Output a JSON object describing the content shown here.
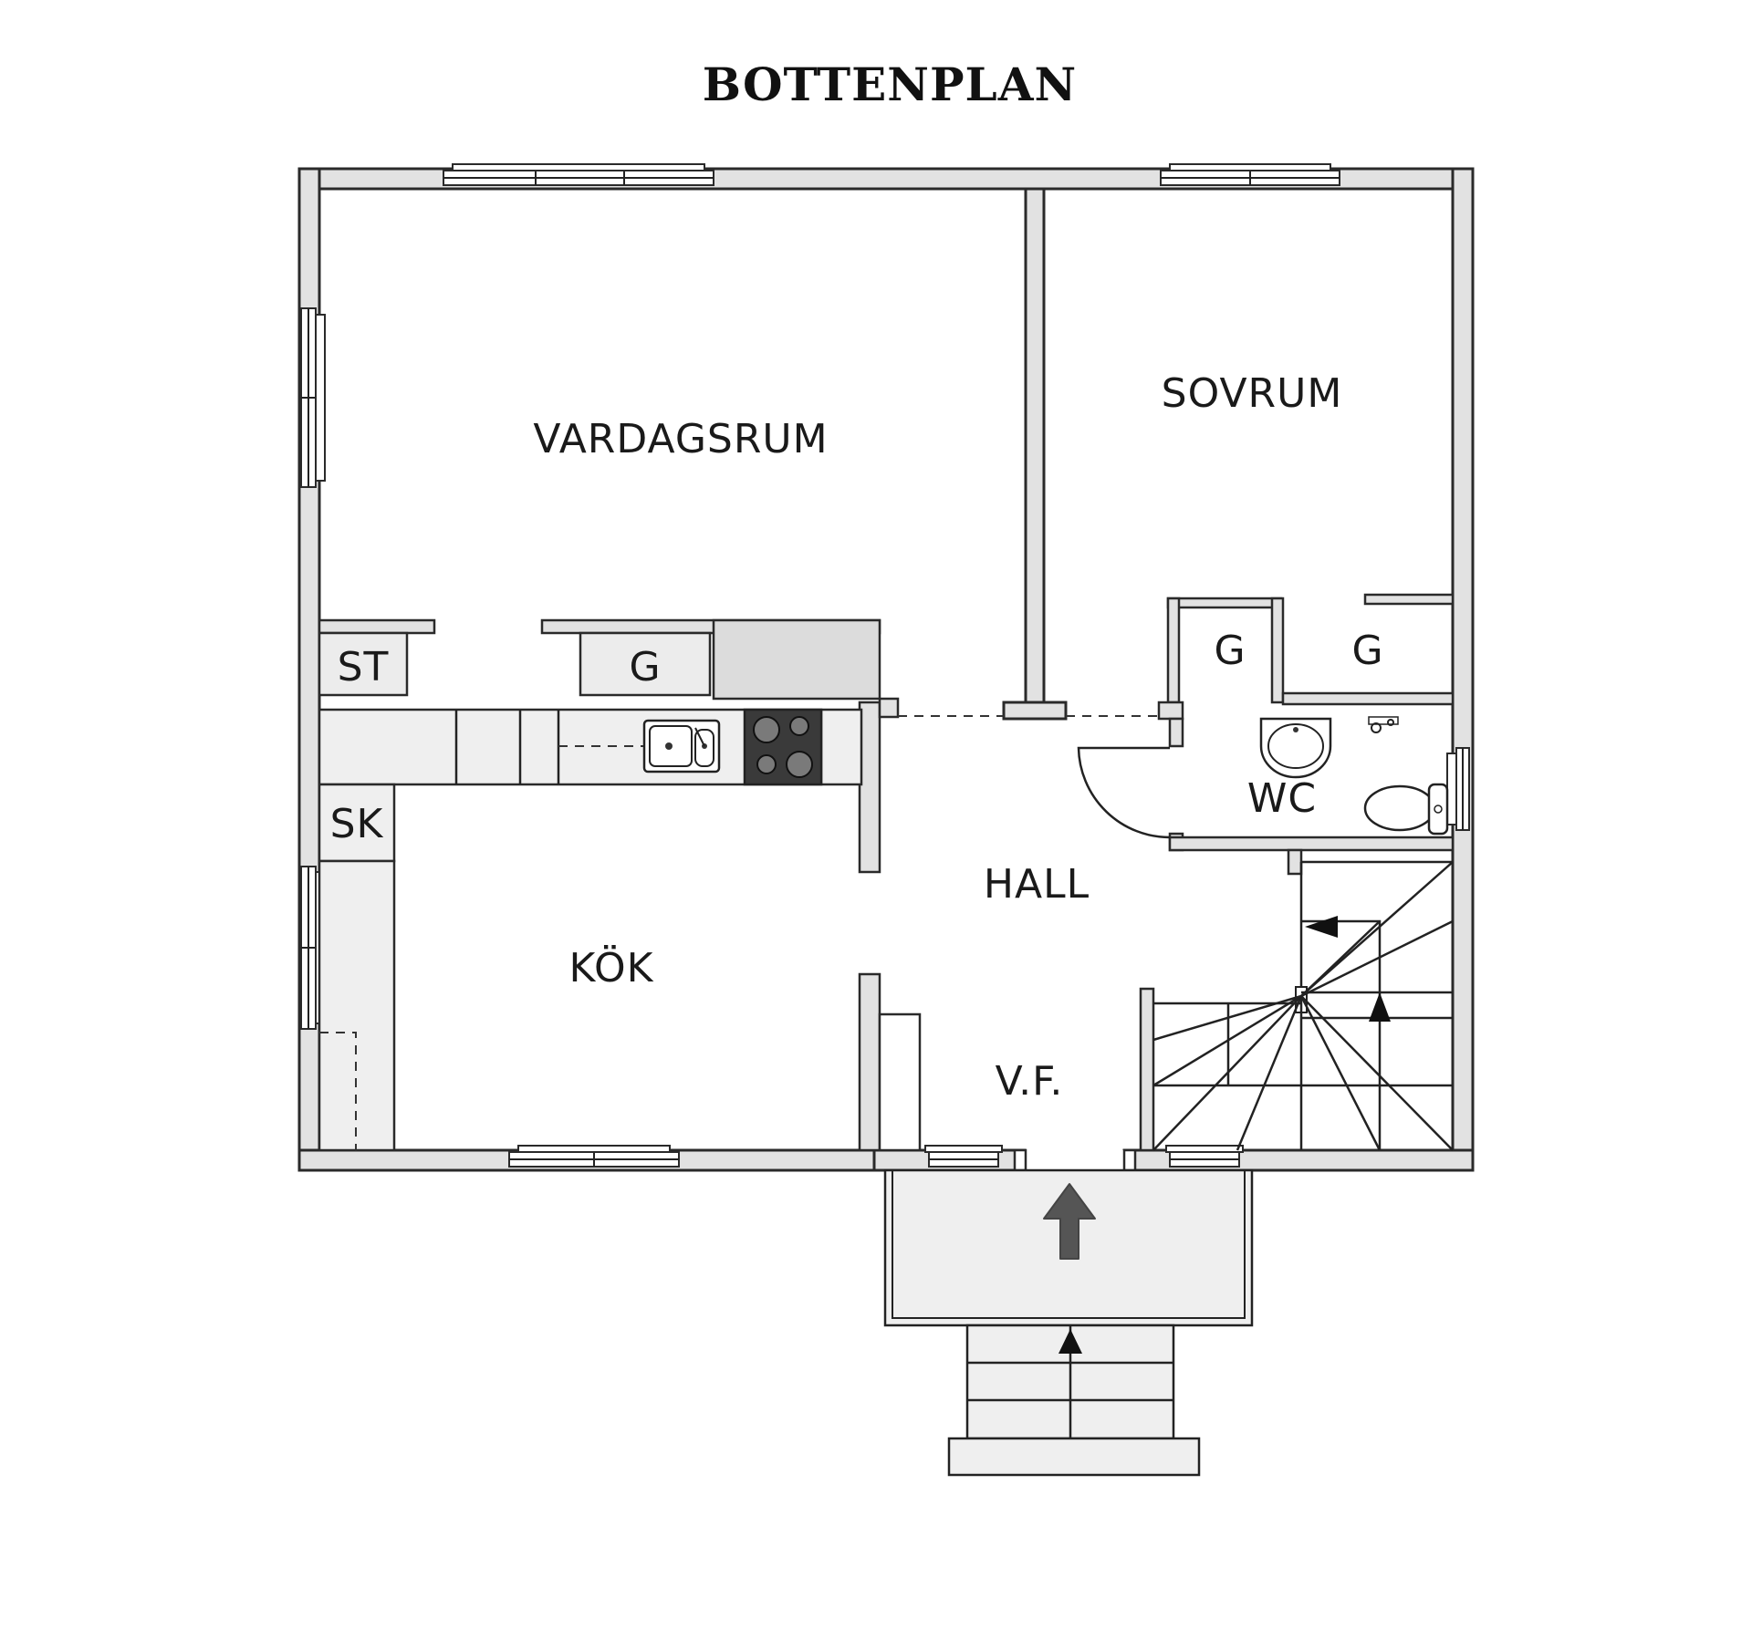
{
  "title": "BOTTENPLAN",
  "rooms": {
    "vardagsrum": "VARDAGSRUM",
    "sovrum": "SOVRUM",
    "st": "ST",
    "g_kitchen": "G",
    "g_closet_1": "G",
    "g_closet_2": "G",
    "wc": "WC",
    "sk": "SK",
    "hall": "HALL",
    "kok": "KÖK",
    "vf": "V.F."
  },
  "icons": {
    "entrance_arrow": "arrow-up-icon",
    "stair_arrow": "arrow-up-icon",
    "sink": "sink-icon",
    "stove": "stove-icon",
    "toilet": "toilet-icon",
    "washbasin": "washbasin-icon"
  },
  "colors": {
    "wall_fill": "#e2e2e2",
    "wall_stroke": "#2a2a2a",
    "stove_fill": "#3a3a3a",
    "arrow_fill": "#555555"
  }
}
